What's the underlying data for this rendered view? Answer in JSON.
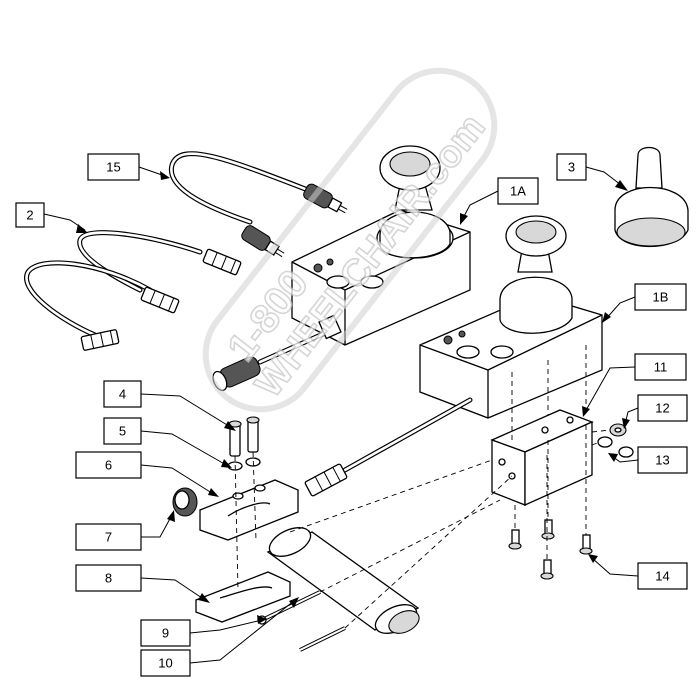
{
  "watermark": {
    "line1": "1-800",
    "line2": "WHEELCHAIR.com"
  },
  "callouts": [
    {
      "id": "15",
      "label": "15"
    },
    {
      "id": "2",
      "label": "2"
    },
    {
      "id": "1A",
      "label": "1A"
    },
    {
      "id": "3",
      "label": "3"
    },
    {
      "id": "1B",
      "label": "1B"
    },
    {
      "id": "4",
      "label": "4"
    },
    {
      "id": "5",
      "label": "5"
    },
    {
      "id": "6",
      "label": "6"
    },
    {
      "id": "7",
      "label": "7"
    },
    {
      "id": "8",
      "label": "8"
    },
    {
      "id": "9",
      "label": "9"
    },
    {
      "id": "10",
      "label": "10"
    },
    {
      "id": "11",
      "label": "11"
    },
    {
      "id": "12",
      "label": "12"
    },
    {
      "id": "13",
      "label": "13"
    },
    {
      "id": "14",
      "label": "14"
    }
  ]
}
